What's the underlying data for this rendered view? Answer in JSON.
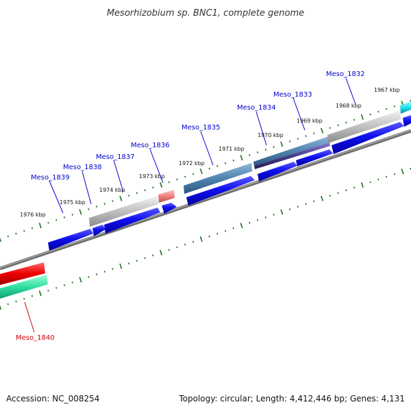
{
  "title": "Mesorhizobium sp. BNC1, complete genome",
  "footer": {
    "accession": "Accession: NC_008254",
    "summary": "Topology: circular; Length: 4,412,446 bp; Genes: 4,131"
  },
  "colors": {
    "label_blue": "#0000cc",
    "label_red": "#cc0000",
    "tick_green": "#1a6e1a",
    "backbone_gray": "#808080"
  },
  "kbp_labels": [
    "1967 kbp",
    "1968 kbp",
    "1969 kbp",
    "1970 kbp",
    "1971 kbp",
    "1972 kbp",
    "1973 kbp",
    "1974 kbp",
    "1975 kbp",
    "1976 kbp"
  ],
  "gene_labels": [
    "Meso_1832",
    "Meso_1833",
    "Meso_1834",
    "Meso_1835",
    "Meso_1836",
    "Meso_1837",
    "Meso_1838",
    "Meso_1839",
    "Meso_1840"
  ]
}
